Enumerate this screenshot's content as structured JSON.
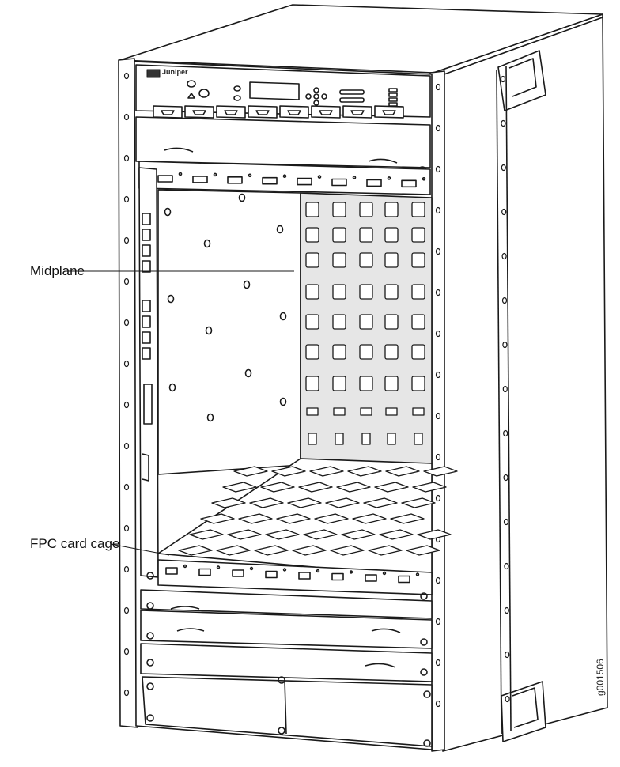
{
  "callouts": {
    "midplane": "Midplane",
    "fpc_card_cage": "FPC card cage"
  },
  "figure_id": "g001506",
  "brand_logo": "Juniper",
  "colors": {
    "line": "#1a1a1a",
    "fill": "#ffffff",
    "shade": "#e6e6e6"
  }
}
